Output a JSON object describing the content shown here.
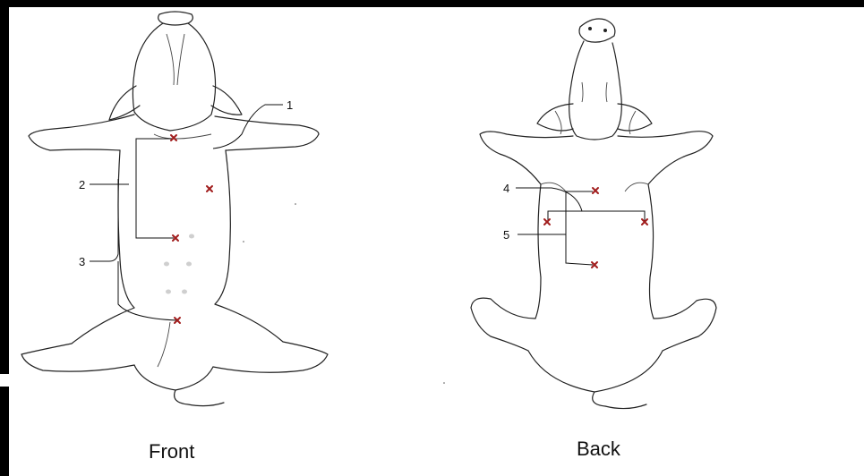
{
  "views": {
    "front": {
      "caption": "Front",
      "labels": [
        "1",
        "2",
        "3"
      ]
    },
    "back": {
      "caption": "Back",
      "labels": [
        "4",
        "5"
      ]
    }
  },
  "colors": {
    "marker": "#a11d1d",
    "outline": "#222222",
    "frame": "#000000"
  },
  "icons": {
    "marker": "cross-mark-icon"
  }
}
